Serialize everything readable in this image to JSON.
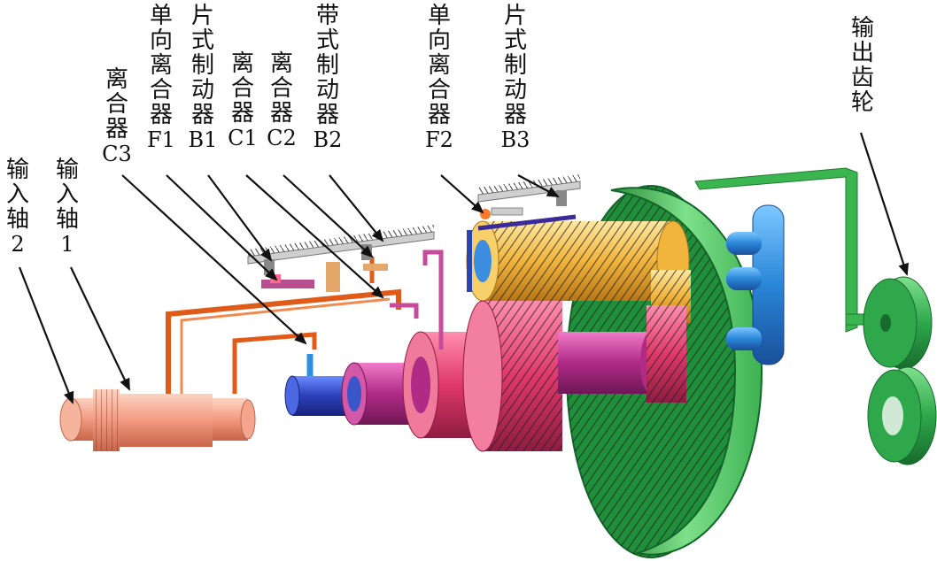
{
  "labels": {
    "input_shaft_2": {
      "chars": [
        "输",
        "入",
        "轴"
      ],
      "code": "2"
    },
    "input_shaft_1": {
      "chars": [
        "输",
        "入",
        "轴"
      ],
      "code": "1"
    },
    "clutch_c3": {
      "chars": [
        "离",
        "合",
        "器"
      ],
      "code": "C3"
    },
    "one_way_clutch_f1": {
      "chars": [
        "单",
        "向",
        "离",
        "合",
        "器"
      ],
      "code": "F1"
    },
    "disc_brake_b1": {
      "chars": [
        "片",
        "式",
        "制",
        "动",
        "器"
      ],
      "code": "B1"
    },
    "clutch_c1": {
      "chars": [
        "离",
        "合",
        "器"
      ],
      "code": "C1"
    },
    "clutch_c2": {
      "chars": [
        "离",
        "合",
        "器"
      ],
      "code": "C2"
    },
    "band_brake_b2": {
      "chars": [
        "带",
        "式",
        "制",
        "动",
        "器"
      ],
      "code": "B2"
    },
    "one_way_clutch_f2": {
      "chars": [
        "单",
        "向",
        "离",
        "合",
        "器"
      ],
      "code": "F2"
    },
    "disc_brake_b3": {
      "chars": [
        "片",
        "式",
        "制",
        "动",
        "器"
      ],
      "code": "B3"
    },
    "output_gear": {
      "chars": [
        "输",
        "出",
        "齿",
        "轮"
      ],
      "code": ""
    }
  },
  "colors": {
    "input_shaft": "#f2a08a",
    "shaft_blue": "#3a56c8",
    "shaft_magenta": "#c8398e",
    "gear_pink": "#d8326e",
    "sun_yellow": "#f2c14e",
    "ring_green": "#4cc46a",
    "carrier_blue": "#2d8fe0",
    "output_green": "#2aa54a",
    "link_orange": "#e05a1a",
    "arrow": "#111111"
  }
}
